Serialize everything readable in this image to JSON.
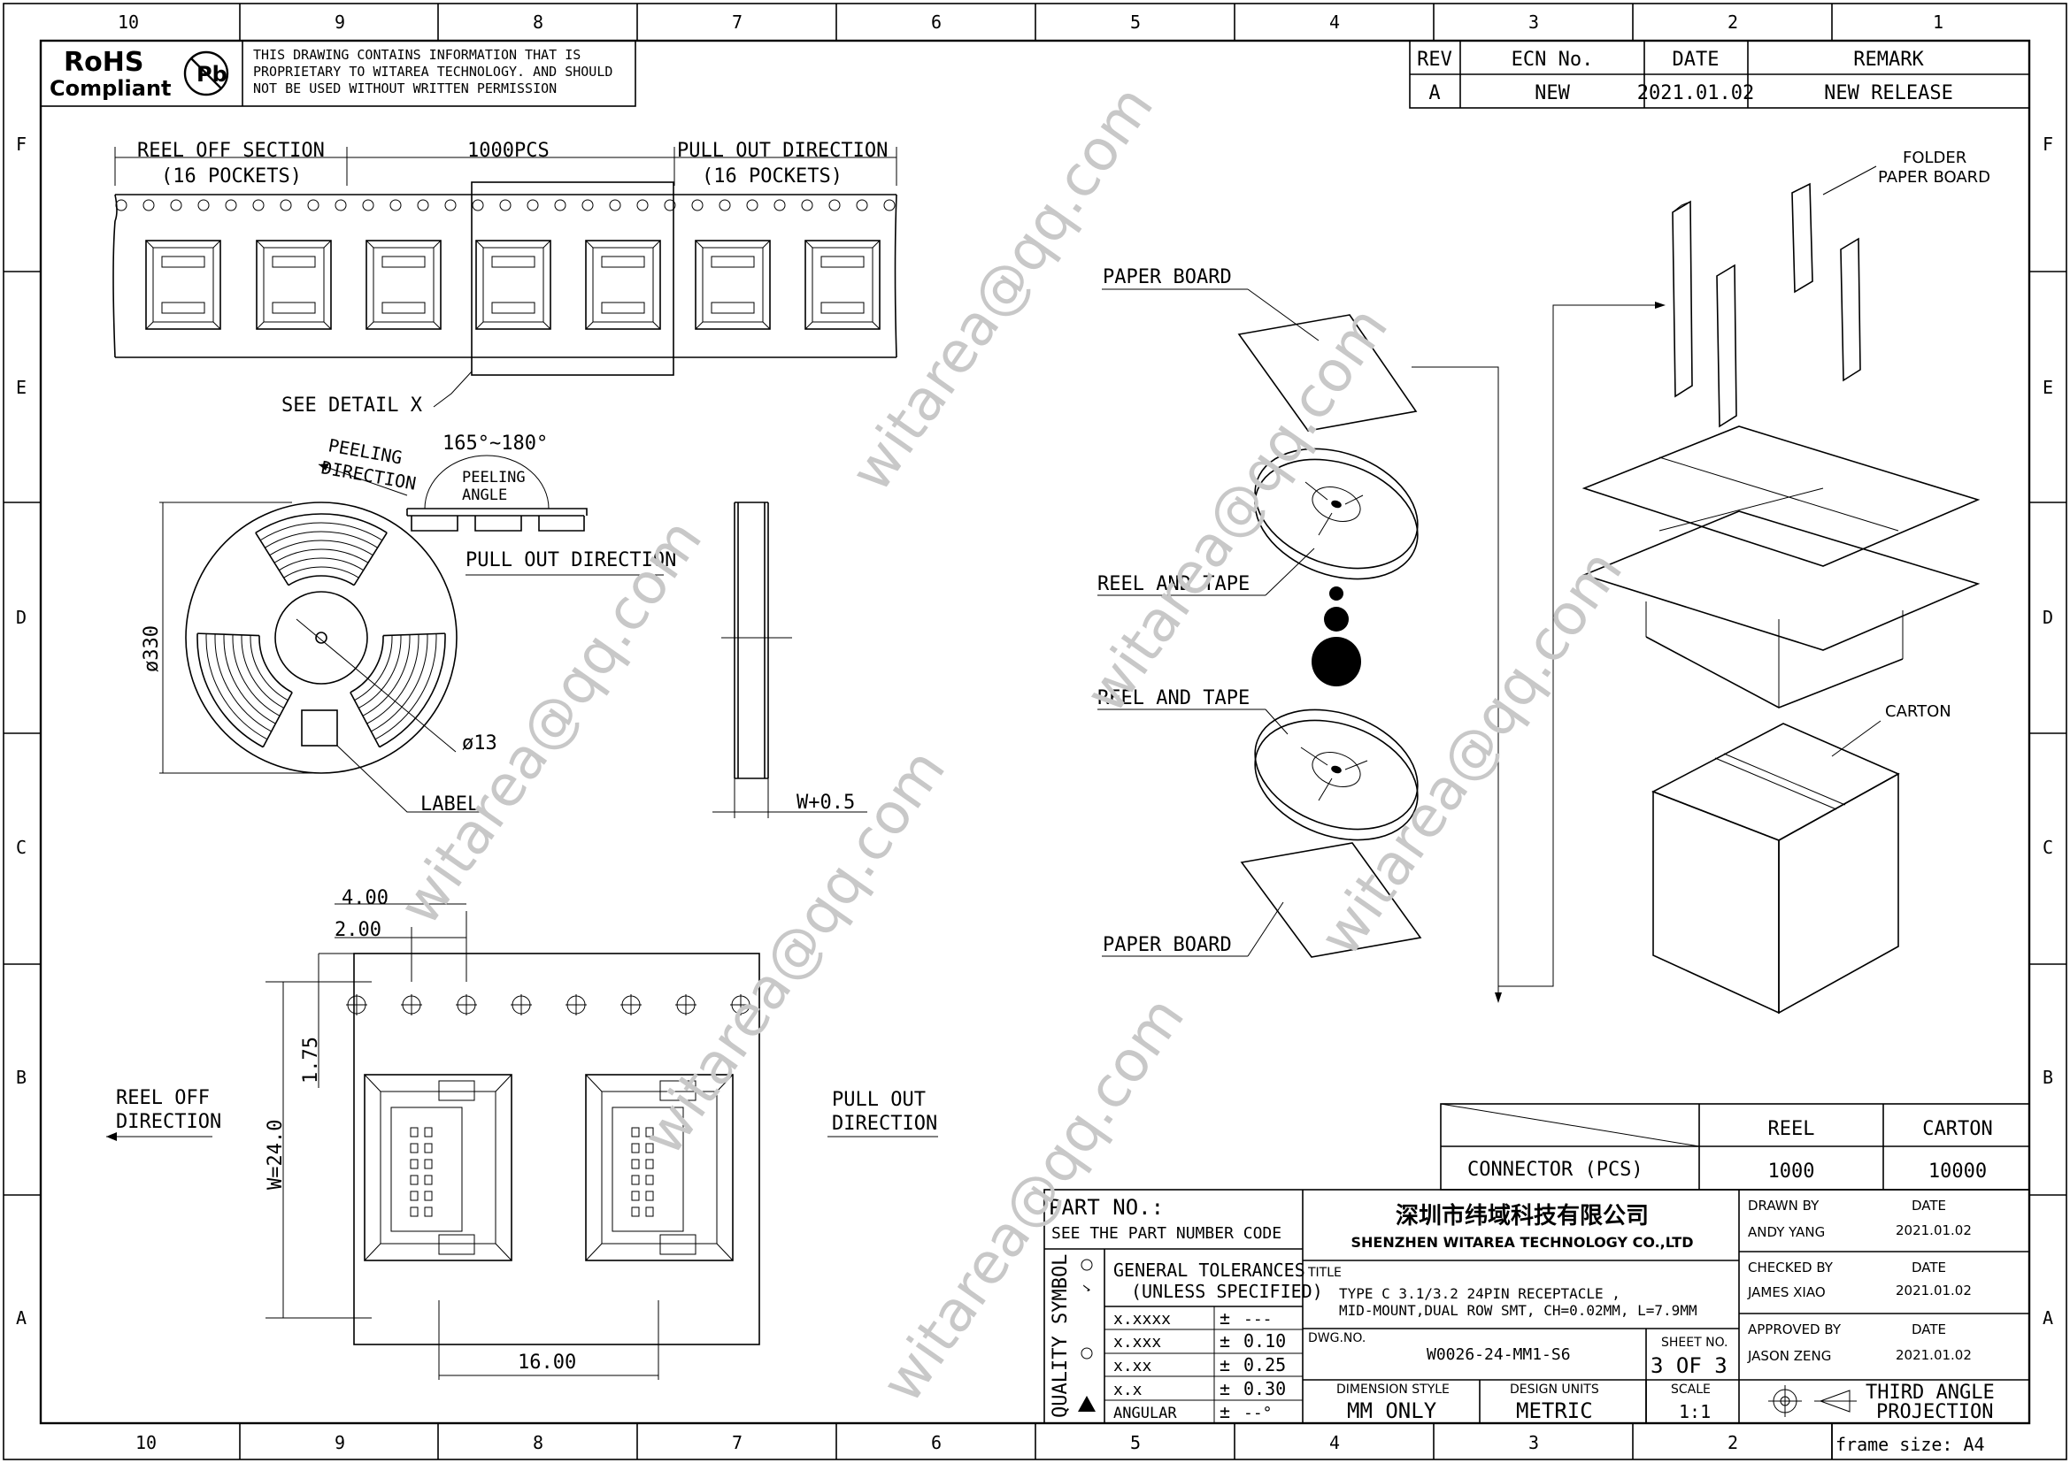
{
  "frame": {
    "columns": [
      "10",
      "9",
      "8",
      "7",
      "6",
      "5",
      "4",
      "3",
      "2",
      "1"
    ],
    "rows": [
      "F",
      "E",
      "D",
      "C",
      "B",
      "A"
    ],
    "frame_size": "frame size: A4"
  },
  "header": {
    "rohs": "RoHS",
    "compliant": "Compliant",
    "pb": "Pb",
    "notice": [
      "THIS DRAWING CONTAINS INFORMATION THAT IS",
      "PROPRIETARY TO WITAREA TECHNOLOGY. AND SHOULD",
      "NOT BE USED WITHOUT WRITTEN PERMISSION"
    ]
  },
  "revision": {
    "headers": [
      "REV",
      "ECN No.",
      "DATE",
      "REMARK"
    ],
    "row": [
      "A",
      "NEW",
      "2021.01.02",
      "NEW RELEASE"
    ]
  },
  "tape": {
    "reel_off_section": "REEL OFF SECTION",
    "pockets_left": "(16 POCKETS)",
    "count": "1000PCS",
    "pull_out_direction": "PULL OUT DIRECTION",
    "pockets_right": "(16 POCKETS)",
    "see_detail": "SEE DETAIL X"
  },
  "reel": {
    "peeling_direction": [
      "PEELING",
      "DIRECTION"
    ],
    "angle": "165°~180°",
    "peeling_angle": [
      "PEELING",
      "ANGLE"
    ],
    "pull_out_direction": "PULL OUT DIRECTION",
    "diameter": "ø330",
    "hub": "ø13",
    "label": "LABEL",
    "width": "W+0.5"
  },
  "detail": {
    "dim_400": "4.00",
    "dim_200": "2.00",
    "dim_175": "1.75",
    "width": "W=24.0",
    "dim_1600": "16.00",
    "reel_off": [
      "REEL OFF",
      "DIRECTION"
    ],
    "pull_out": [
      "PULL OUT",
      "DIRECTION"
    ]
  },
  "packing": {
    "paper_board_top": "PAPER BOARD",
    "reel_and_tape_1": "REEL AND TAPE",
    "reel_and_tape_2": "REEL AND TAPE",
    "paper_board_bottom": "PAPER BOARD",
    "folder": [
      "FOLDER",
      "PAPER BOARD"
    ],
    "carton": "CARTON"
  },
  "quantity_table": {
    "headers": [
      "REEL",
      "CARTON"
    ],
    "row_label": "CONNECTOR (PCS)",
    "values": [
      "1000",
      "10000"
    ]
  },
  "title_block": {
    "part_no": "PART NO.:",
    "part_code": "SEE THE PART NUMBER CODE",
    "company_cn": "深圳市纬域科技有限公司",
    "company_en": "SHENZHEN WITAREA TECHNOLOGY CO.,LTD",
    "drawn_by": "DRAWN BY",
    "drawn_name": "ANDY YANG",
    "checked_by": "CHECKED BY",
    "checked_name": "JAMES XIAO",
    "approved_by": "APPROVED BY",
    "approved_name": "JASON ZENG",
    "date_label": "DATE",
    "date": "2021.01.02",
    "quality_symbol": "QUALITY SYMBOL",
    "general_tol": "GENERAL TOLERANCES",
    "unless": "(UNLESS SPECIFIED)",
    "tolerances": [
      {
        "fmt": "x.xxxx",
        "val": "---"
      },
      {
        "fmt": "x.xxx",
        "val": "0.10"
      },
      {
        "fmt": "x.xx",
        "val": "0.25"
      },
      {
        "fmt": "x.x",
        "val": "0.30"
      },
      {
        "fmt": "ANGULAR",
        "val": "--°"
      }
    ],
    "title_label": "TITLE",
    "title_line1": "TYPE C 3.1/3.2 24PIN RECEPTACLE ,",
    "title_line2": "MID-MOUNT,DUAL ROW SMT, CH=0.02MM, L=7.9MM",
    "dwg_label": "DWG.NO.",
    "dwg_no": "W0026-24-MM1-S6",
    "sheet_label": "SHEET NO.",
    "sheet": "3 OF 3",
    "dim_style_label": "DIMENSION STYLE",
    "dim_style": "MM ONLY",
    "design_units_label": "DESIGN UNITS",
    "design_units": "METRIC",
    "scale_label": "SCALE",
    "scale": "1:1",
    "projection": [
      "THIRD ANGLE",
      "PROJECTION"
    ]
  },
  "watermark": "witarea@qq.com"
}
